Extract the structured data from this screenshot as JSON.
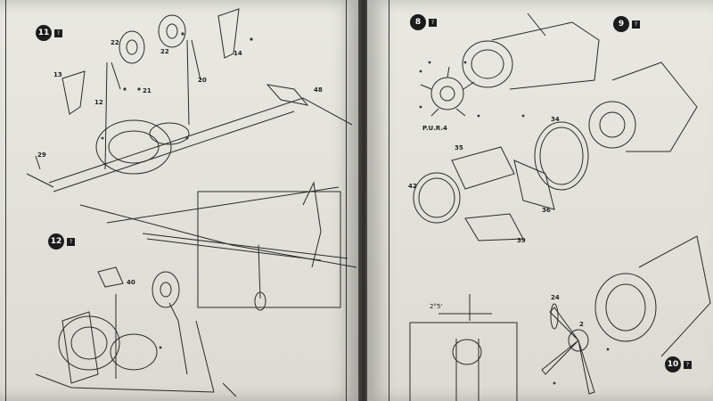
{
  "left_page": {
    "steps": [
      {
        "number": "11",
        "mark": "?"
      },
      {
        "number": "12",
        "mark": "?"
      }
    ],
    "part_labels": [
      "22",
      "22",
      "14",
      "13",
      "21",
      "12",
      "20",
      "29",
      "48",
      "40"
    ]
  },
  "right_page": {
    "steps": [
      {
        "number": "8",
        "mark": "?"
      },
      {
        "number": "9",
        "mark": "?"
      },
      {
        "number": "10",
        "mark": "?"
      }
    ],
    "part_labels": [
      "P.U.R.4",
      "34",
      "35",
      "42",
      "36",
      "39",
      "24",
      "2"
    ],
    "angle_label": "2°5'"
  }
}
